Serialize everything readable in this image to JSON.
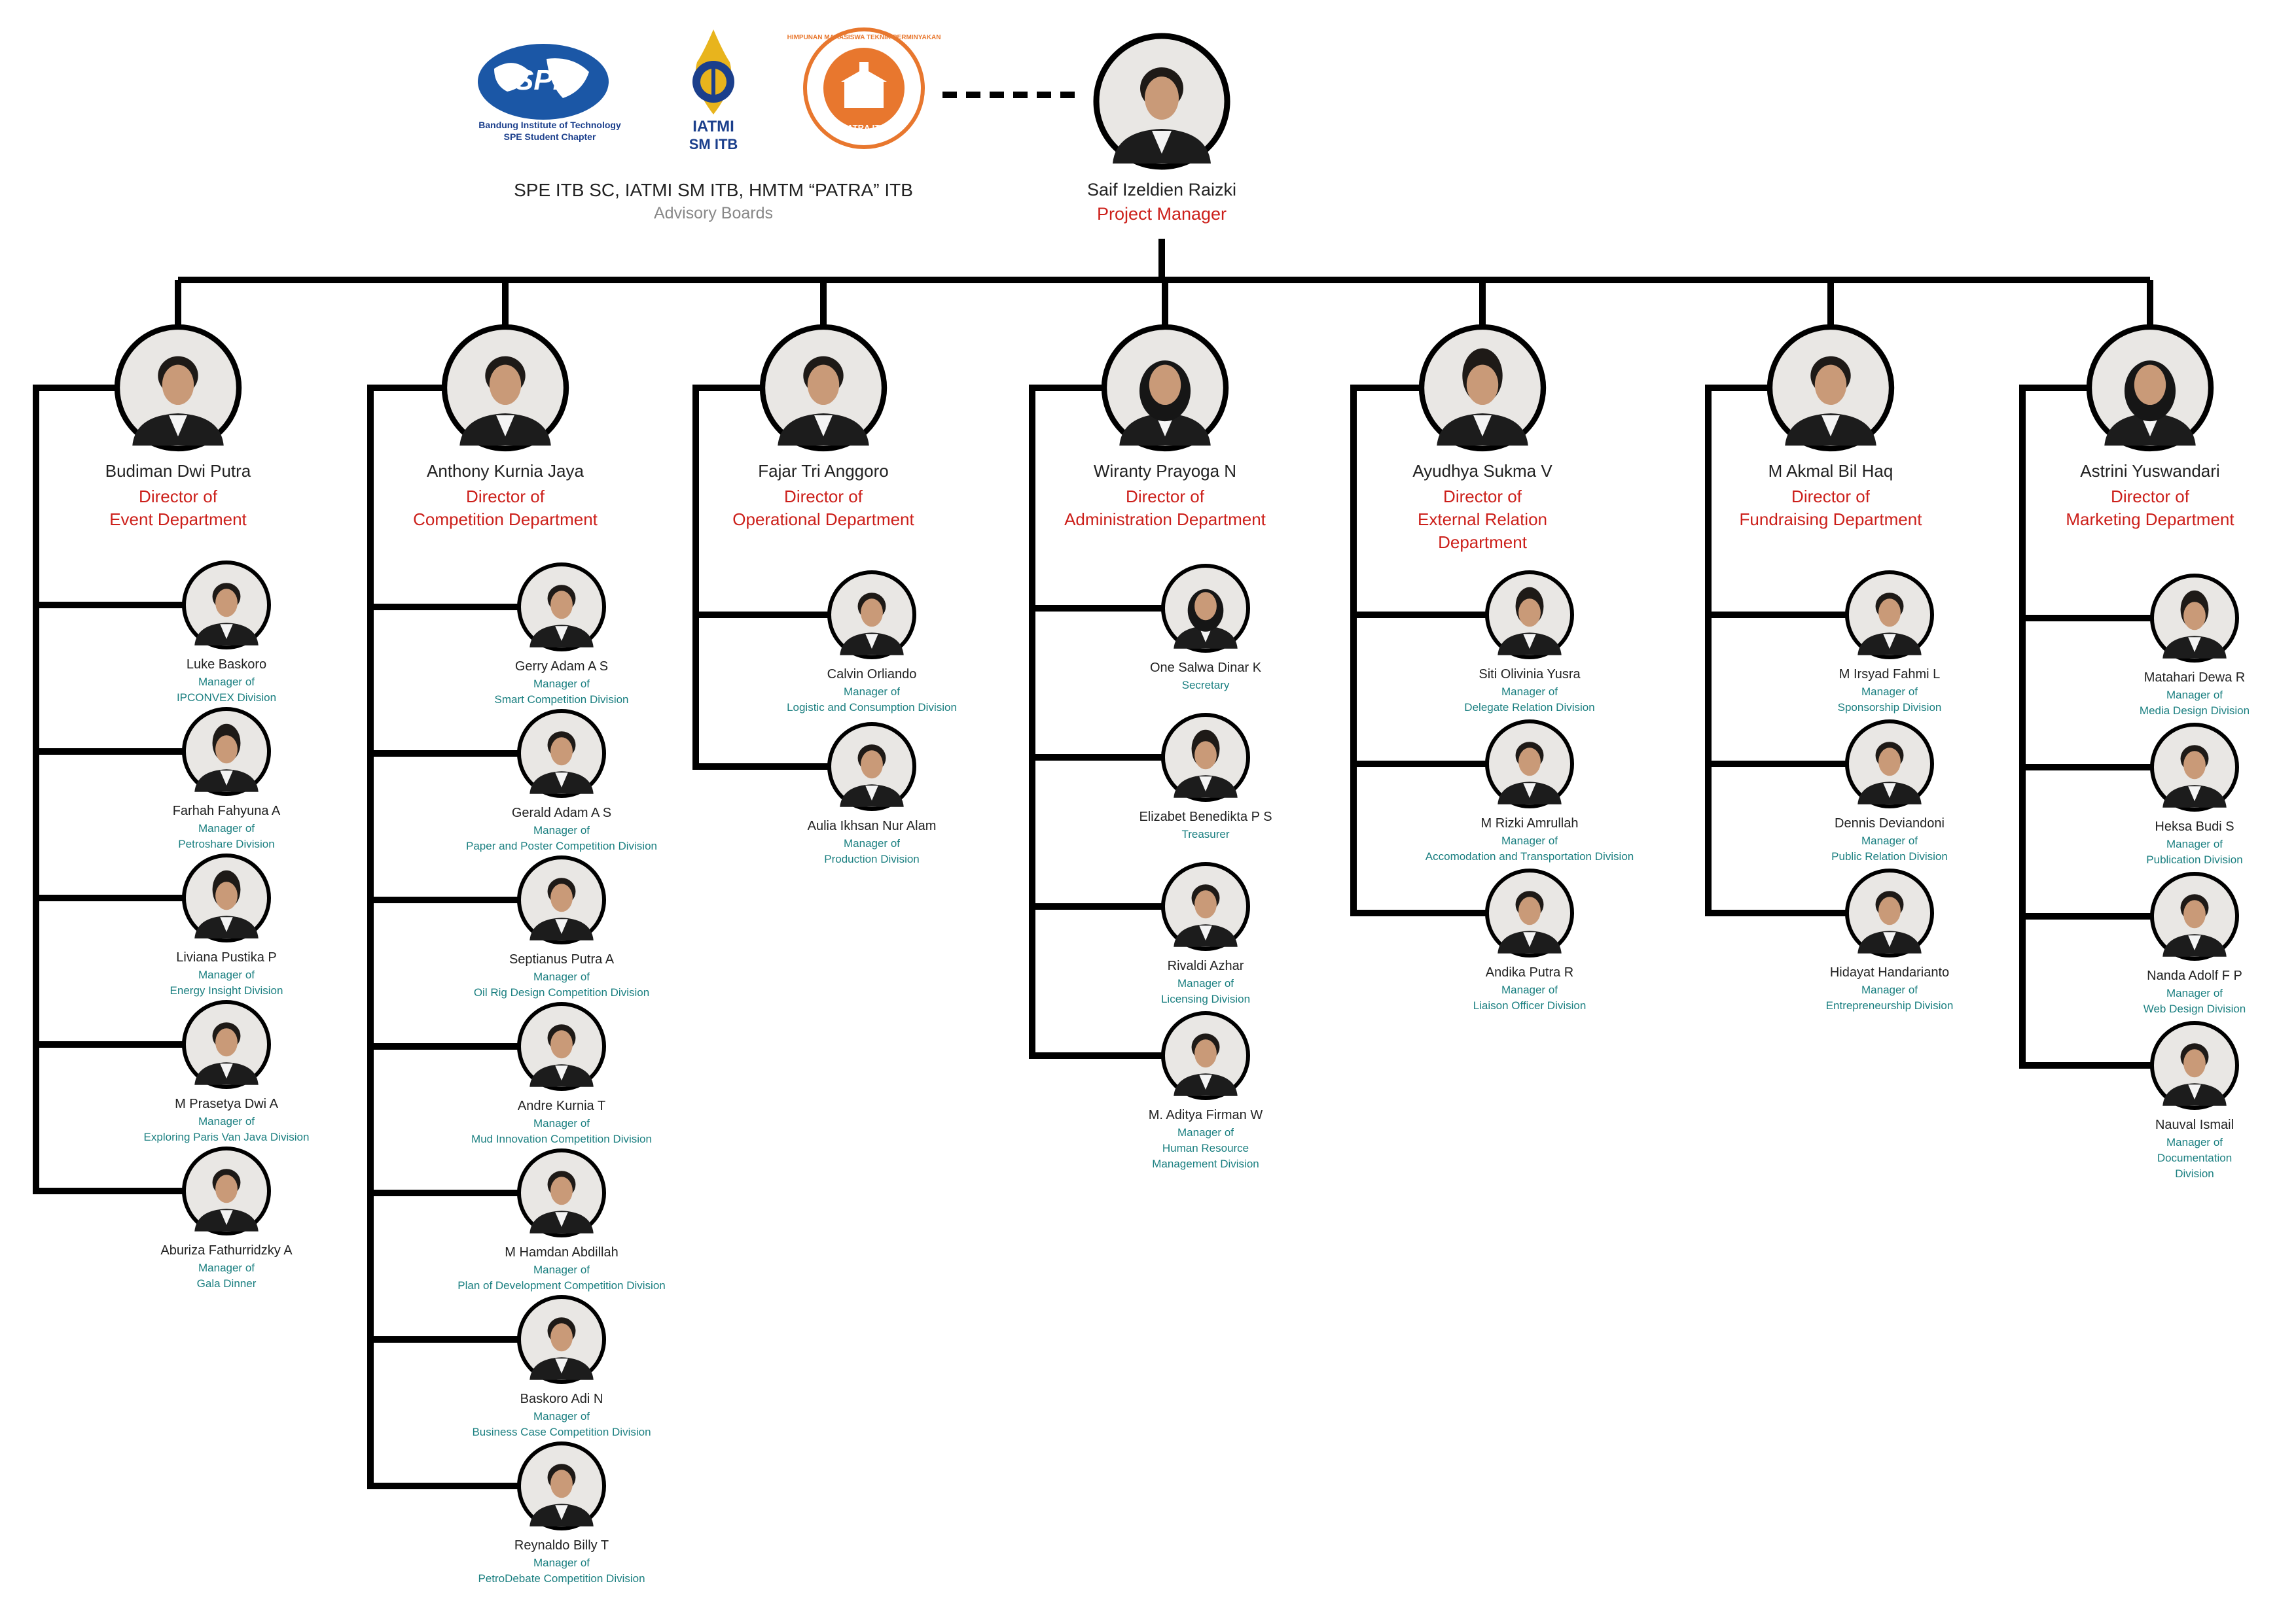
{
  "colors": {
    "line": "#000000",
    "role": "#cc1f1a",
    "manager_role": "#1a7f80",
    "spe_blue": "#1b57a6",
    "patra_orange": "#e8772e",
    "iatmi_yellow": "#e8b41d"
  },
  "logos": {
    "spe_sub1": "Bandung Institute of Technology",
    "spe_sub2": "SPE Student Chapter",
    "iatmi_line1": "IATMI",
    "iatmi_line2": "SM ITB",
    "patra_ring": "HIMPUNAN MAHASISWA TEKNIK PERMINYAKAN",
    "patra_bottom": "PATRA ITB"
  },
  "advisory": {
    "title": "SPE ITB SC, IATMI SM ITB, HMTM “PATRA” ITB",
    "subtitle": "Advisory Boards"
  },
  "pm": {
    "name": "Saif Izeldien Raizki",
    "role": "Project Manager"
  },
  "directors": [
    {
      "name": "Budiman Dwi Putra",
      "role": [
        "Director of",
        "Event Department"
      ],
      "managers": [
        {
          "name": "Luke Baskoro",
          "role": [
            "Manager of",
            "IPCONVEX Division"
          ]
        },
        {
          "name": "Farhah Fahyuna A",
          "role": [
            "Manager of",
            "Petroshare Division"
          ]
        },
        {
          "name": "Liviana Pustika P",
          "role": [
            "Manager of",
            "Energy Insight Division"
          ]
        },
        {
          "name": "M Prasetya Dwi A",
          "role": [
            "Manager of",
            "Exploring Paris Van Java Division"
          ]
        },
        {
          "name": "Aburiza Fathurridzky A",
          "role": [
            "Manager of",
            "Gala Dinner"
          ]
        }
      ]
    },
    {
      "name": "Anthony Kurnia Jaya",
      "role": [
        "Director of",
        "Competition Department"
      ],
      "managers": [
        {
          "name": "Gerry Adam A S",
          "role": [
            "Manager of",
            "Smart Competition Division"
          ]
        },
        {
          "name": "Gerald Adam A S",
          "role": [
            "Manager of",
            "Paper and Poster Competition Division"
          ]
        },
        {
          "name": "Septianus Putra A",
          "role": [
            "Manager of",
            "Oil Rig Design Competition Division"
          ]
        },
        {
          "name": "Andre Kurnia T",
          "role": [
            "Manager of",
            "Mud Innovation Competition Division"
          ]
        },
        {
          "name": "M Hamdan Abdillah",
          "role": [
            "Manager of",
            "Plan of Development Competition Division"
          ]
        },
        {
          "name": "Baskoro Adi N",
          "role": [
            "Manager of",
            "Business Case Competition Division"
          ]
        },
        {
          "name": "Reynaldo Billy T",
          "role": [
            "Manager of",
            "PetroDebate Competition Division"
          ]
        }
      ]
    },
    {
      "name": "Fajar Tri Anggoro",
      "role": [
        "Director of",
        "Operational Department"
      ],
      "managers": [
        {
          "name": "Calvin Orliando",
          "role": [
            "Manager of",
            "Logistic and Consumption Division"
          ]
        },
        {
          "name": "Aulia Ikhsan Nur Alam",
          "role": [
            "Manager of",
            "Production Division"
          ]
        }
      ]
    },
    {
      "name": "Wiranty Prayoga N",
      "role": [
        "Director of",
        "Administration Department"
      ],
      "managers": [
        {
          "name": "One Salwa Dinar K",
          "role": [
            "Secretary"
          ]
        },
        {
          "name": "Elizabet Benedikta P S",
          "role": [
            "Treasurer"
          ]
        },
        {
          "name": "Rivaldi Azhar",
          "role": [
            "Manager of",
            "Licensing Division"
          ]
        },
        {
          "name": "M. Aditya Firman W",
          "role": [
            "Manager of",
            "Human Resource",
            "Management Division"
          ]
        }
      ]
    },
    {
      "name": "Ayudhya Sukma V",
      "role": [
        "Director of",
        "External Relation",
        "Department"
      ],
      "managers": [
        {
          "name": "Siti Olivinia Yusra",
          "role": [
            "Manager of",
            "Delegate Relation Division"
          ]
        },
        {
          "name": "M Rizki Amrullah",
          "role": [
            "Manager of",
            "Accomodation and Transportation Division"
          ]
        },
        {
          "name": "Andika Putra R",
          "role": [
            "Manager of",
            "Liaison Officer Division"
          ]
        }
      ]
    },
    {
      "name": "M Akmal Bil Haq",
      "role": [
        "Director of",
        "Fundraising Department"
      ],
      "managers": [
        {
          "name": "M Irsyad Fahmi L",
          "role": [
            "Manager of",
            "Sponsorship Division"
          ]
        },
        {
          "name": "Dennis Deviandoni",
          "role": [
            "Manager of",
            "Public Relation Division"
          ]
        },
        {
          "name": "Hidayat Handarianto",
          "role": [
            "Manager of",
            "Entrepreneurship Division"
          ]
        }
      ]
    },
    {
      "name": "Astrini Yuswandari",
      "role": [
        "Director of",
        "Marketing Department"
      ],
      "managers": [
        {
          "name": "Matahari Dewa R",
          "role": [
            "Manager of",
            "Media Design Division"
          ]
        },
        {
          "name": "Heksa Budi S",
          "role": [
            "Manager of",
            "Publication Division"
          ]
        },
        {
          "name": "Nanda Adolf F P",
          "role": [
            "Manager of",
            "Web Design Division"
          ]
        },
        {
          "name": "Nauval Ismail",
          "role": [
            "Manager of",
            "Documentation",
            "Division"
          ]
        }
      ]
    }
  ]
}
